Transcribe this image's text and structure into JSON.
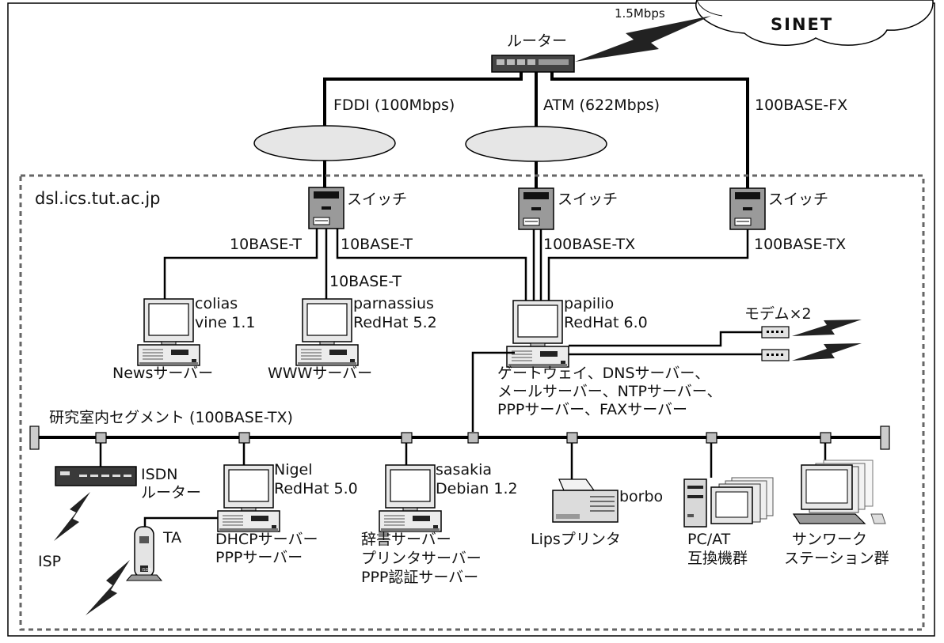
{
  "cloud": {
    "label": "SINET",
    "link_speed": "1.5Mbps"
  },
  "router_top": {
    "label": "ルーター"
  },
  "links": {
    "fddi": "FDDI (100Mbps)",
    "atm": "ATM (622Mbps)",
    "fx": "100BASE-FX"
  },
  "domain": {
    "label": "dsl.ics.tut.ac.jp"
  },
  "switches": [
    "スイッチ",
    "スイッチ",
    "スイッチ"
  ],
  "switch_links": {
    "sw1_left": "10BASE-T",
    "sw1_right": "10BASE-T",
    "sw1_mid": "10BASE-T",
    "sw2": "100BASE-TX",
    "sw3": "100BASE-TX"
  },
  "hosts": {
    "colias": {
      "name": "colias",
      "os": "vine 1.1",
      "role": "Newsサーバー"
    },
    "parnassius": {
      "name": "parnassius",
      "os": "RedHat 5.2",
      "role": "WWWサーバー"
    },
    "papilio": {
      "name": "papilio",
      "os": "RedHat 6.0",
      "roles": [
        "ゲートウェイ、DNSサーバー、",
        "メールサーバー、NTPサーバー、",
        "PPPサーバー、FAXサーバー"
      ]
    },
    "nigel": {
      "name": "Nigel",
      "os": "RedHat 5.0",
      "roles": [
        "DHCPサーバー",
        "PPPサーバー"
      ]
    },
    "sasakia": {
      "name": "sasakia",
      "os": "Debian 1.2",
      "roles": [
        "辞書サーバー",
        "プリンタサーバー",
        "PPP認証サーバー"
      ]
    }
  },
  "modem": {
    "label": "モデム×2"
  },
  "segment": {
    "label": "研究室内セグメント (100BASE-TX)"
  },
  "isdn_router": {
    "lines": [
      "ISDN",
      "ルーター"
    ],
    "uplink": "ISP"
  },
  "ta": {
    "label": "TA",
    "badge": "ISDN"
  },
  "printer": {
    "name": "borbo",
    "label": "Lipsプリンタ"
  },
  "pc_group": {
    "lines": [
      "PC/AT",
      "互換機群"
    ]
  },
  "sun_group": {
    "lines": [
      "サンワーク",
      "ステーション群"
    ]
  }
}
